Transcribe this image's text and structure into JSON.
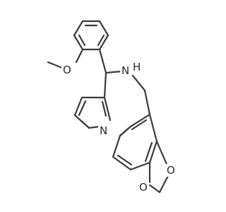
{
  "molecule": {
    "atom_labels": {
      "nh": "N",
      "h": "H",
      "n_pyrrole": "N",
      "o_methoxy": "O",
      "o_dioxole_right": "O",
      "o_dioxole_left": "O"
    },
    "colors": {
      "bond": "#3a3a3a",
      "label": "#2b2b2b",
      "background": "#ffffff"
    }
  }
}
